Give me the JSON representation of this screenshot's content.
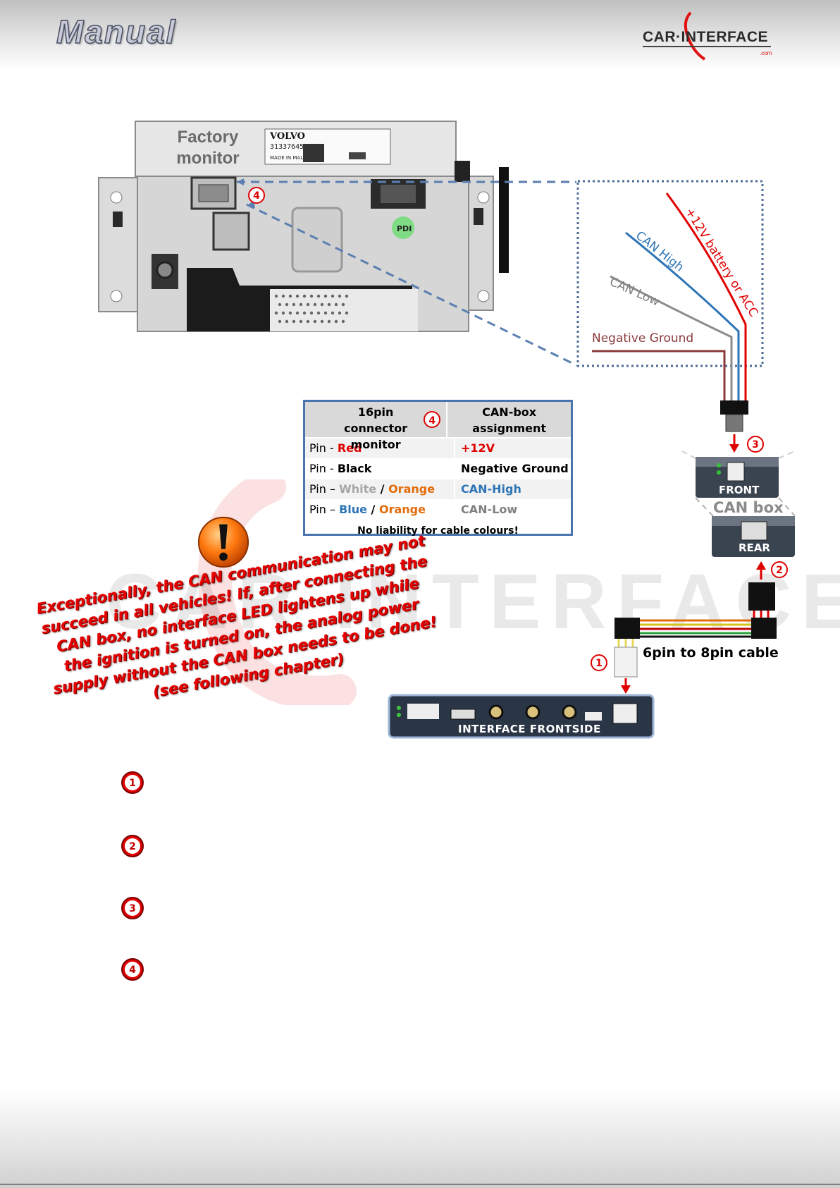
{
  "header": {
    "title": "Manual",
    "logo_text": "CAR·INTERFACE",
    "logo_sub": ".com"
  },
  "watermark": "CAR INTERFACE",
  "monitor": {
    "label": "Factory monitor",
    "brand": "VOLVO",
    "part_number": "31337645",
    "made_in": "MADE IN MALAYSIA",
    "sticker": "PDI"
  },
  "wires": {
    "plus12": "+12V battery or ACC",
    "can_high": "CAN High",
    "can_low": "CAN Low",
    "ground": "Negative Ground"
  },
  "pin_table": {
    "header_col1": "16pin connector monitor",
    "header_col2": "CAN-box assignment",
    "callout": "4",
    "rows": [
      {
        "pin_prefix": "Pin - ",
        "color1": "Red",
        "color1_hex": "#e00000",
        "sep": "",
        "color2": "",
        "color2_hex": "",
        "assignment": "+12V",
        "assignment_hex": "#e00000"
      },
      {
        "pin_prefix": "Pin - ",
        "color1": "Black",
        "color1_hex": "#000000",
        "sep": "",
        "color2": "",
        "color2_hex": "",
        "assignment": "Negative Ground",
        "assignment_hex": "#000000"
      },
      {
        "pin_prefix": "Pin – ",
        "color1": "White",
        "color1_hex": "#a6a6a6",
        "sep": " / ",
        "color2": "Orange",
        "color2_hex": "#e36c0a",
        "assignment": "CAN-High",
        "assignment_hex": "#2e75b6"
      },
      {
        "pin_prefix": "Pin – ",
        "color1": "Blue",
        "color1_hex": "#2e75b6",
        "sep": " / ",
        "color2": "Orange",
        "color2_hex": "#e36c0a",
        "assignment": "CAN-Low",
        "assignment_hex": "#808080"
      }
    ],
    "footer": "No liability for cable colours!"
  },
  "canbox": {
    "title": "CAN box",
    "front": "FRONT",
    "rear": "REAR"
  },
  "cable": {
    "label": "6pin to 8pin cable"
  },
  "interface": {
    "label": "INTERFACE FRONTSIDE"
  },
  "callouts": [
    "1",
    "2",
    "3",
    "4"
  ],
  "warning": {
    "text": "Exceptionally, the CAN communication may not succeed in all vehicles! If, after connecting the CAN box, no interface LED lightens up while the ignition is turned on, the analog power supply without the CAN box needs to be done! (see following chapter)"
  },
  "steps": [
    "1",
    "2",
    "3",
    "4"
  ],
  "colors": {
    "accent_red": "#e00000",
    "table_border": "#4a74ad",
    "dash_blue": "#5a7fb0",
    "can_high_blue": "#2e75b6"
  }
}
